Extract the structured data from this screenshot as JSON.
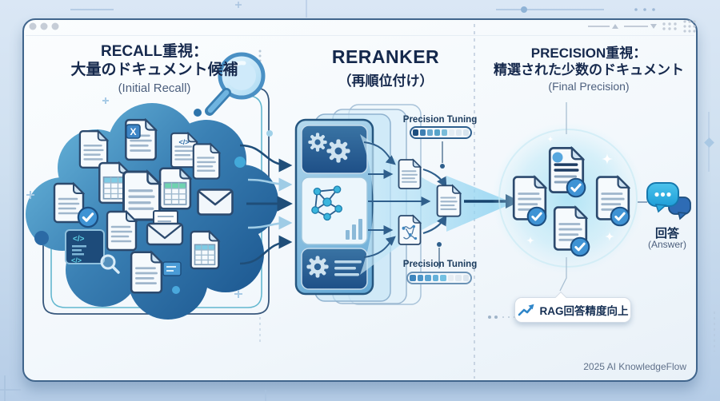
{
  "sections": {
    "recall": {
      "title_line1": "RECALL重視：",
      "title_line2": "大量のドキュメント候補",
      "subtitle": "(Initial Recall)"
    },
    "reranker": {
      "title": "RERANKER",
      "subtitle": "（再順位付け）"
    },
    "precision": {
      "title_line1": "PRECISION重視：",
      "title_line2": "精選された少数のドキュメント",
      "subtitle": "(Final Precision)"
    },
    "answer": {
      "label": "回答",
      "sublabel": "(Answer)"
    }
  },
  "tuning_top": {
    "label": "Precision Tuning",
    "segments": [
      "#1d4e7e",
      "#3e7fb2",
      "#67a9cf",
      "#56a3c9",
      "#79bcd9",
      "#e4edf4",
      "#dde8f1",
      "#d7e4ee"
    ]
  },
  "tuning_bottom": {
    "label": "Precision Tuning",
    "segments": [
      "#3e85bd",
      "#4b94c8",
      "#58a3d2",
      "#65b1da",
      "#73c0e2",
      "#e6edf3",
      "#e0e9f1",
      "#dae5ee"
    ]
  },
  "badge": {
    "label": "RAG回答精度向上"
  },
  "footer": {
    "credit": "2025 AI KnowledgeFlow"
  },
  "icons": {
    "magnifier": "search magnifying glass",
    "document": "paper sheet with folded corner",
    "spreadsheet": "table grid document",
    "envelope": "mail envelope",
    "code-panel": "dark editor window with </>",
    "gear": "settings cog",
    "network": "connected graph nodes",
    "check-circle": "blue circle with white check",
    "sparkle": "four point star",
    "trend-up": "rising arrow chart",
    "speech-bubbles": "chat answer bubbles",
    "window-dots": "three window control dots"
  },
  "colors": {
    "navy_text": "#16294d",
    "cloud_blue_light": "#64b1d8",
    "cloud_blue_dark": "#1b568f",
    "accent_cyan": "#49b8e8",
    "card_border": "#40658c",
    "funnel_blue": "#8fd2ef"
  }
}
